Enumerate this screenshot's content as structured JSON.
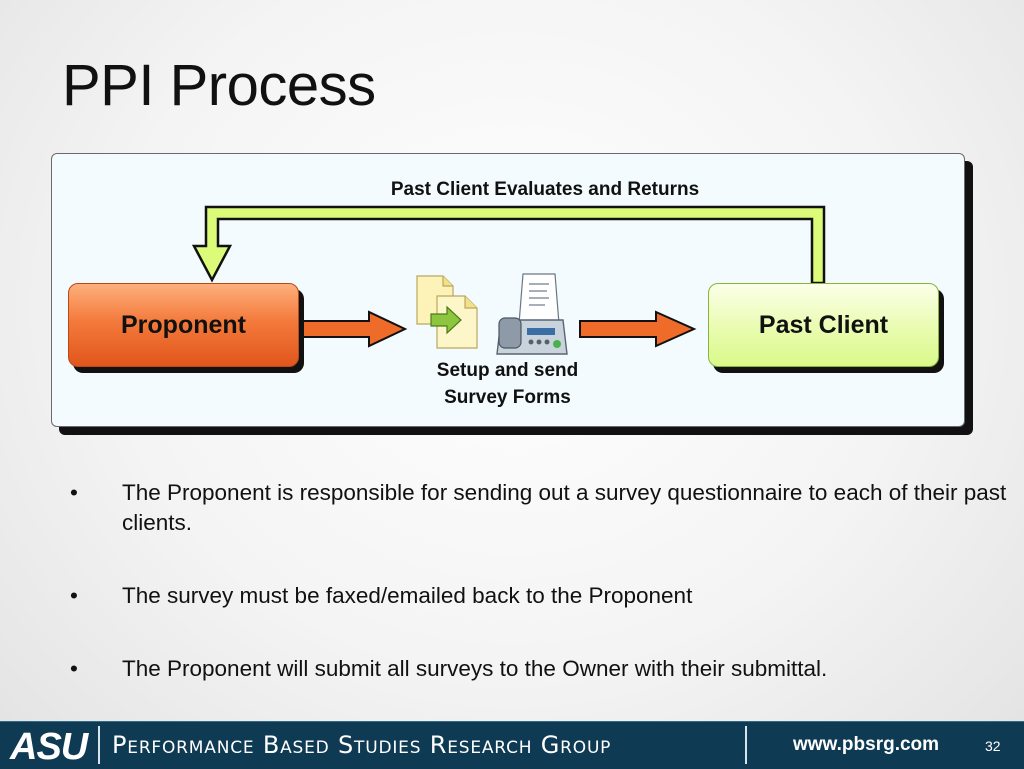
{
  "slide": {
    "title": "PPI Process",
    "page_number": "32"
  },
  "diagram": {
    "return_label": "Past Client Evaluates and Returns",
    "proponent_label": "Proponent",
    "past_client_label": "Past Client",
    "send_label_line1": "Setup and send",
    "send_label_line2": "Survey Forms",
    "colors": {
      "proponent": "#f47a3c",
      "past_client": "#e9fcb0",
      "return_arrow": "#dcfb78",
      "forward_arrow": "#ee6b2a"
    },
    "icons": [
      "documents-icon",
      "fax-machine-icon"
    ]
  },
  "bullets": [
    "The Proponent is responsible for sending out a survey questionnaire to each of their past clients.",
    "The survey must be faxed/emailed back to the Proponent",
    "The Proponent will submit all surveys to the Owner with their submittal."
  ],
  "footer": {
    "logo_text": "ASU",
    "organization": "Performance Based Studies Research Group",
    "url": "www.pbsrg.com"
  }
}
